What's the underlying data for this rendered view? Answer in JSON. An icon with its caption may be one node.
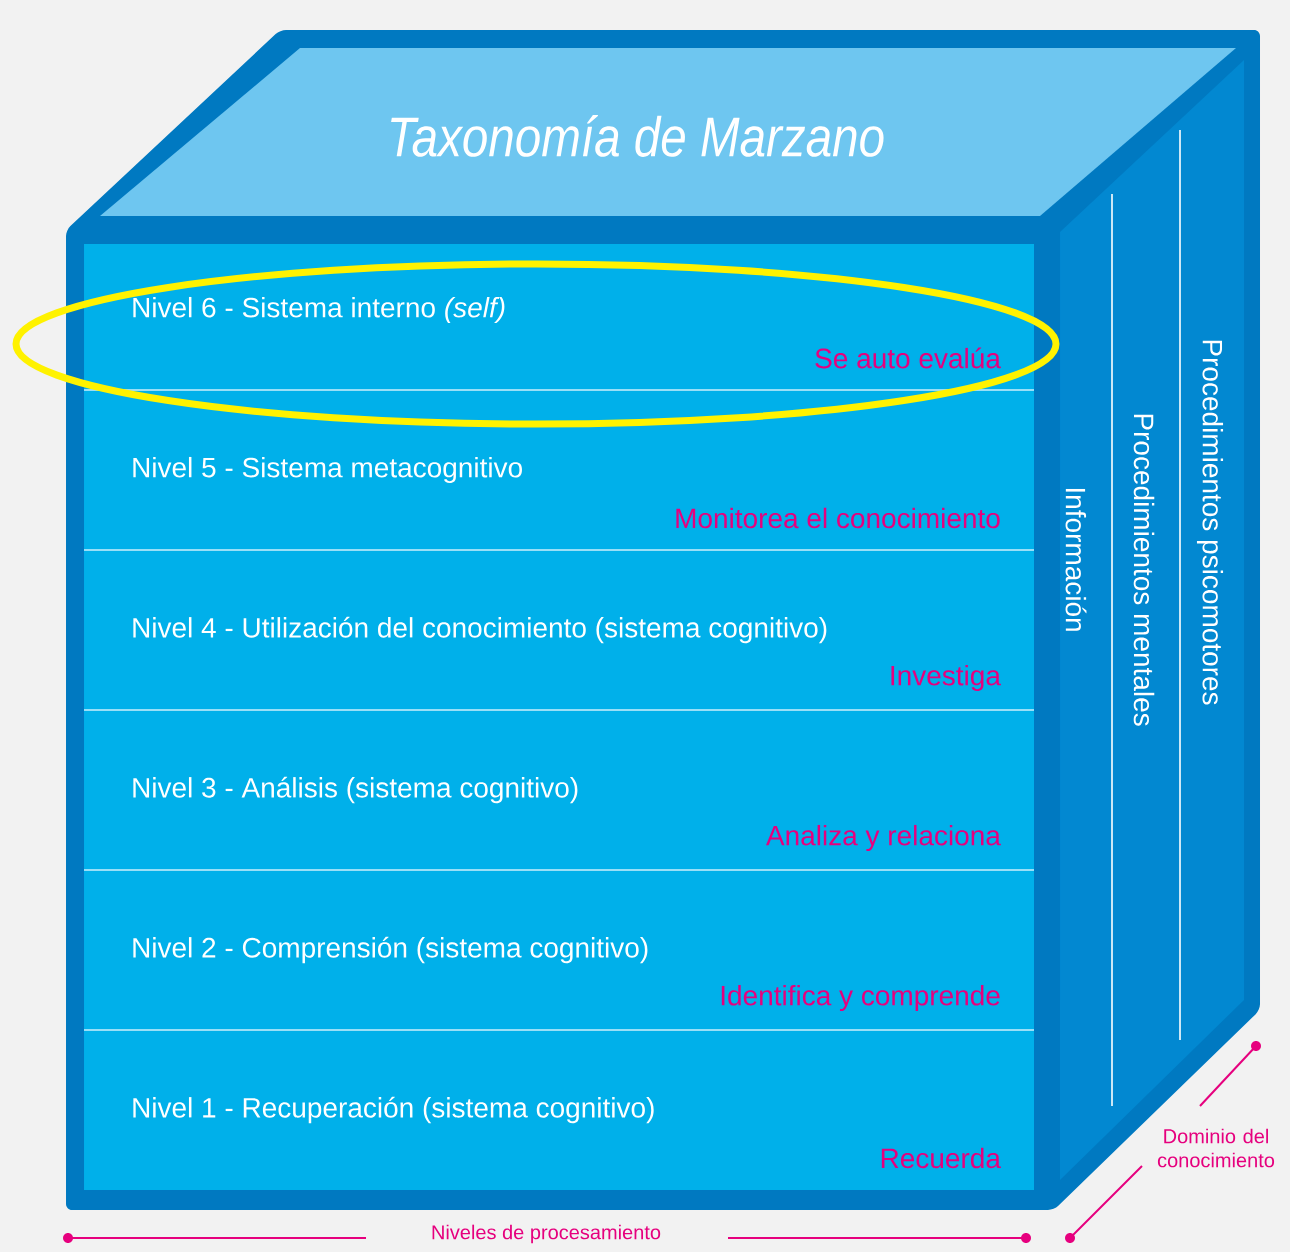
{
  "diagram": {
    "title": "Taxonomía de Marzano",
    "nodes": [
      {
        "text": [
          "Nivel 6 - Sistema interno *(self)*",
          "Se auto evalúa"
        ]
      },
      {
        "text": [
          "Nivel 5 - Sistema metacognitivo",
          "Monitorea el conocimiento"
        ]
      },
      {
        "text": [
          "Nivel 4 - Utilización del conocimiento  (sistema cognitivo)",
          "Investiga"
        ]
      },
      {
        "text": [
          "Nivel 3 - Análisis (sistema cognitivo)",
          "Analiza y relaciona"
        ]
      },
      {
        "text": [
          "Nivel 2 - Comprensión (sistema cognitivo)",
          "Identifica y comprende"
        ]
      },
      {
        "text": [
          "Nivel 1 - Recuperación (sistema cognitivo)",
          "Recuerda"
        ]
      },
      {
        "text": [
          "Información"
        ]
      },
      {
        "text": [
          "Procedimientos mentales"
        ]
      },
      {
        "text": [
          "Procedimientos psicomotores"
        ]
      }
    ],
    "labels": [
      "Dominio del conocimiento",
      "Niveles de procesamiento"
    ]
  }
}
